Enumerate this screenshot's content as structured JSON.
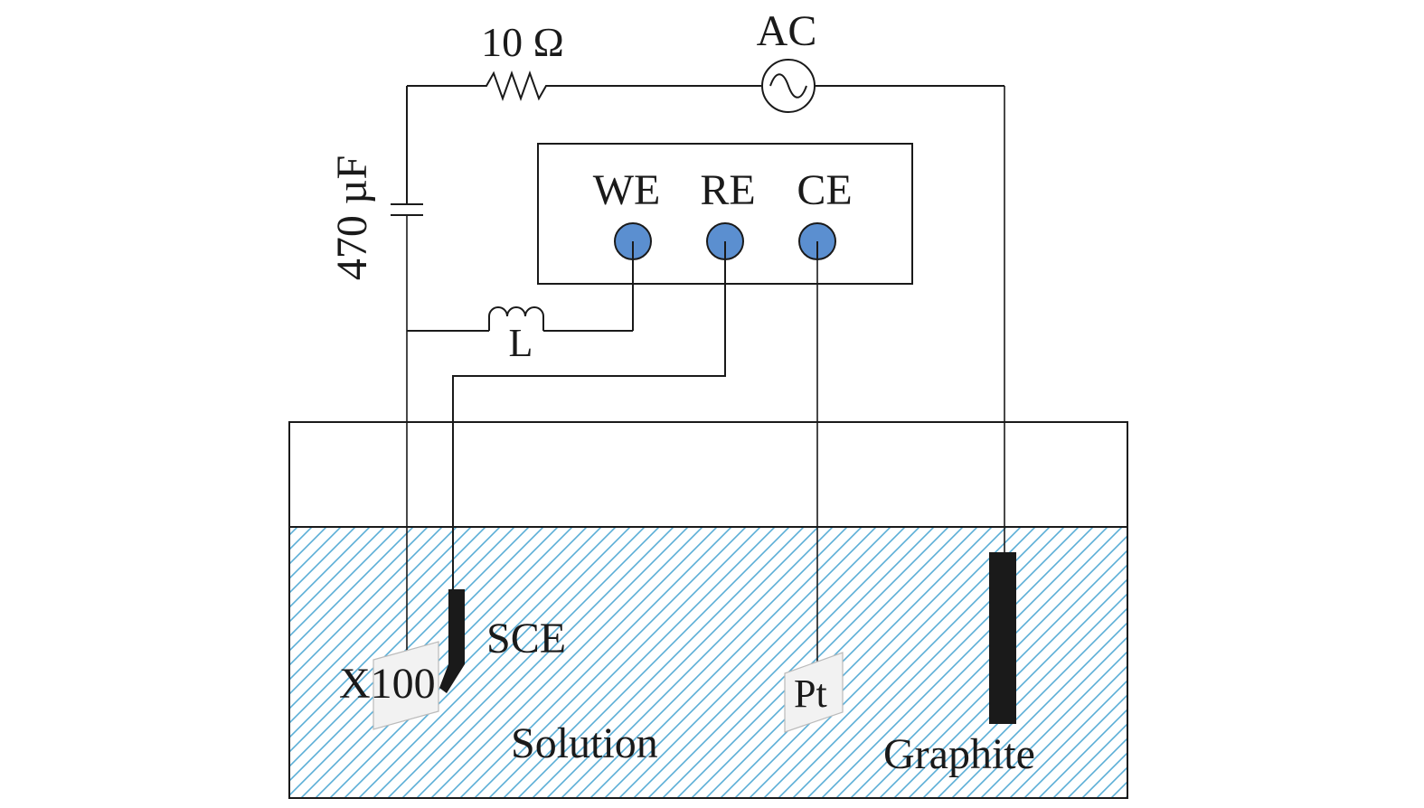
{
  "labels": {
    "resistor": "10 Ω",
    "ac_source": "AC",
    "capacitor": "470 µF",
    "inductor": "L",
    "we": "WE",
    "re": "RE",
    "ce": "CE",
    "sce": "SCE",
    "x100": "X100",
    "pt": "Pt",
    "solution": "Solution",
    "graphite": "Graphite"
  },
  "colors": {
    "terminal": "#5b8fd0",
    "hatch": "#5aaed6",
    "electrode": "#1a1a1a",
    "specimen": "#f2f2f2"
  }
}
